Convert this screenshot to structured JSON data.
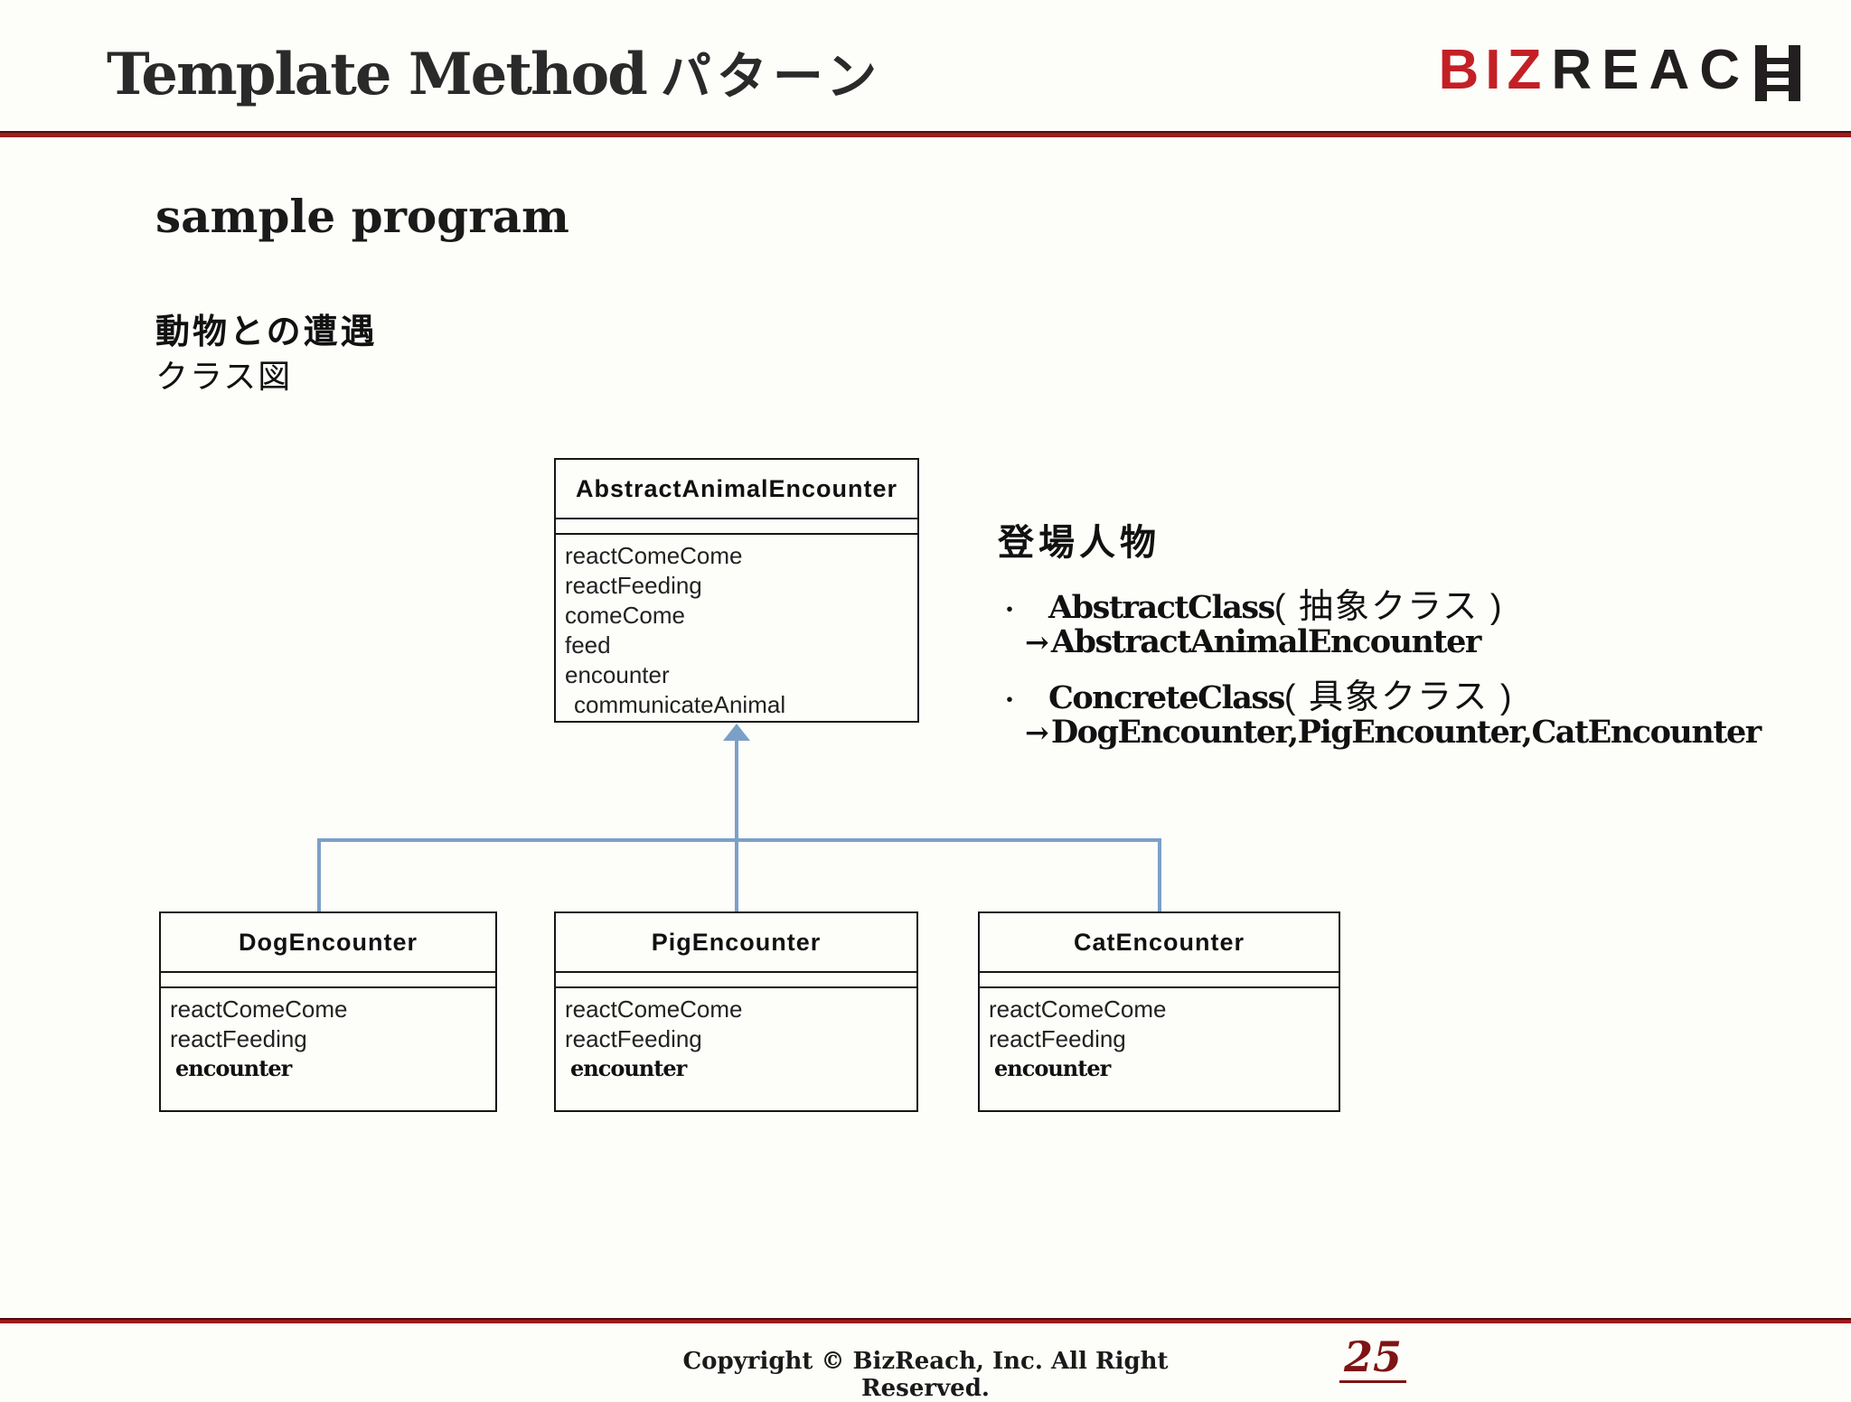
{
  "header": {
    "title_main": "Template Method",
    "title_suffix": "パターン",
    "logo": {
      "biz": "BIZ",
      "reach": "REAC"
    }
  },
  "content": {
    "section_heading": "sample program",
    "topic_title": "動物との遭遇",
    "topic_subtitle": "クラス図"
  },
  "cast": {
    "heading": "登場人物",
    "items": [
      {
        "prefix": "・",
        "latin": "AbstractClass",
        "jp": "( 抽象クラス )"
      },
      {
        "prefix": "→",
        "latin": "AbstractAnimalEncounter",
        "jp": ""
      },
      {
        "prefix": "・",
        "latin": "ConcreteClass",
        "jp": "( 具象クラス )"
      },
      {
        "prefix": "→",
        "latin": "DogEncounter,PigEncounter,CatEncounter",
        "jp": ""
      }
    ]
  },
  "diagram": {
    "parent": {
      "name": "AbstractAnimalEncounter",
      "methods": [
        "reactComeCome",
        "reactFeeding",
        "comeCome",
        "feed",
        "encounter",
        "communicateAnimal"
      ]
    },
    "children": [
      {
        "name": "DogEncounter",
        "methods": [
          "reactComeCome",
          "reactFeeding"
        ],
        "template_method": "encounter"
      },
      {
        "name": "PigEncounter",
        "methods": [
          "reactComeCome",
          "reactFeeding"
        ],
        "template_method": "encounter"
      },
      {
        "name": "CatEncounter",
        "methods": [
          "reactComeCome",
          "reactFeeding"
        ],
        "template_method": "encounter"
      }
    ]
  },
  "footer": {
    "copyright": "Copyright © BizReach, Inc. All Right Reserved.",
    "page_number": "25"
  },
  "colors": {
    "accent_red": "#9c1c1c",
    "logo_red": "#c32026",
    "logo_black": "#231f20",
    "connector_blue": "#7ba0c8",
    "page_number_red": "#7e1414"
  }
}
